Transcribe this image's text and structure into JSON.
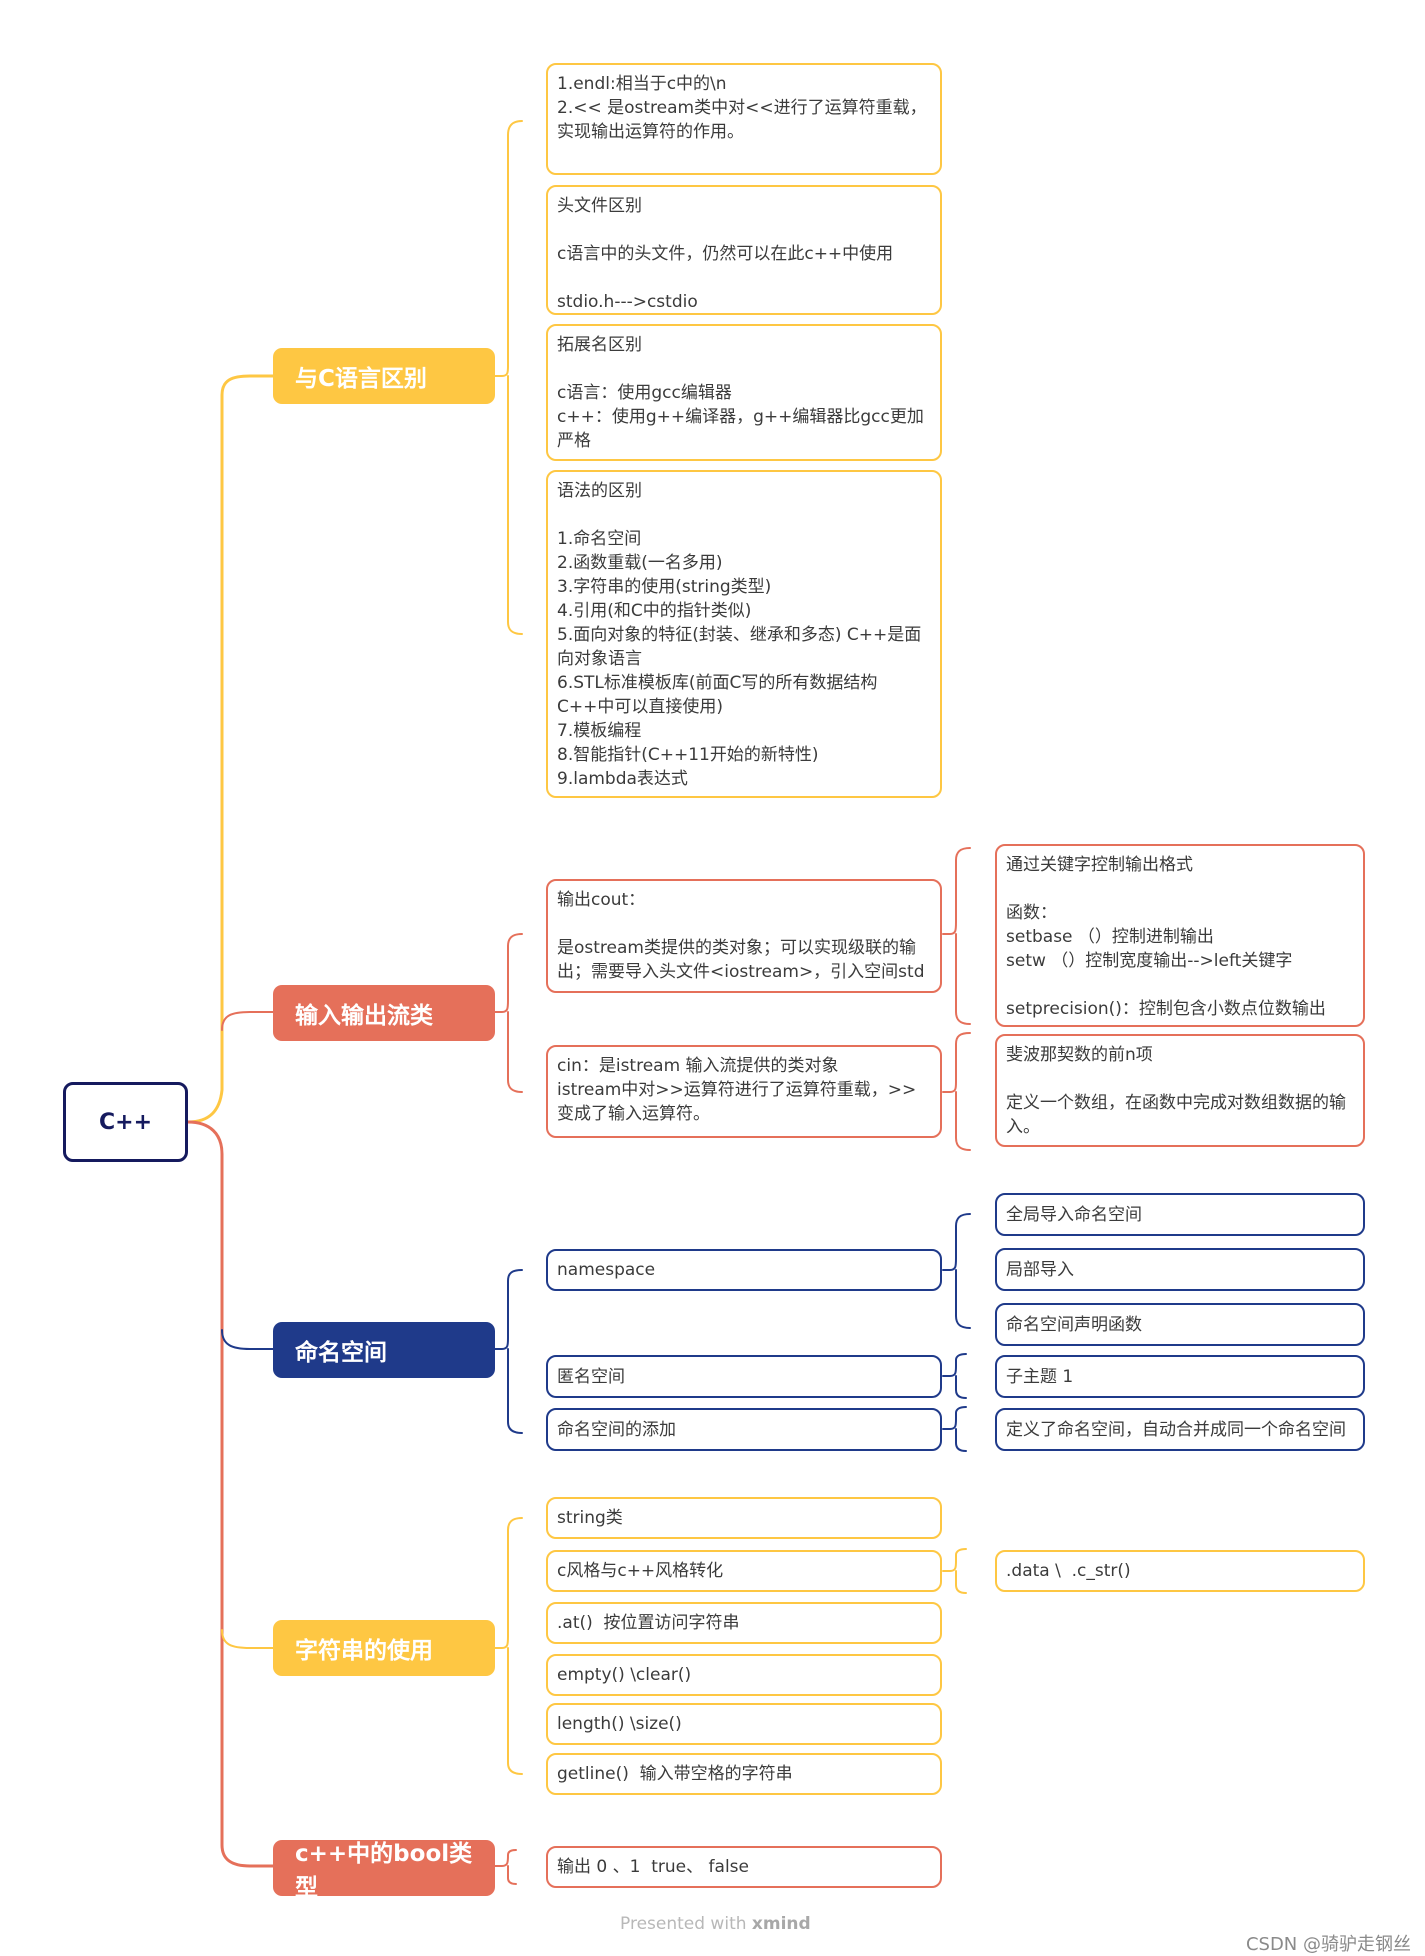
{
  "root": {
    "label": "C++"
  },
  "branches": {
    "c_diff": {
      "label": "与C语言区别",
      "leaves": [
        "1.endl:相当于c中的\\n\n2.<< 是ostream类中对<<进行了运算符重载，实现输出运算符的作用。",
        "头文件区别\n\nc语言中的头文件，仍然可以在此c++中使用\n\nstdio.h--->cstdio",
        "拓展名区别\n\nc语言：使用gcc编辑器\nc++：使用g++编译器，g++编辑器比gcc更加严格",
        "语法的区别\n\n1.命名空间\n2.函数重载(一名多用)\n3.字符串的使用(string类型)\n4.引用(和C中的指针类似)\n5.面向对象的特征(封装、继承和多态) C++是面向对象语言\n6.STL标准模板库(前面C写的所有数据结构C++中可以直接使用)\n7.模板编程\n8.智能指针(C++11开始的新特性)\n9.lambda表达式"
      ]
    },
    "io": {
      "label": "输入输出流类",
      "leaves": [
        "输出cout：\n\n是ostream类提供的类对象；可以实现级联的输出；需要导入头文件<iostream>，引入空间std",
        "cin：是istream 输入流提供的类对象\nistream中对>>运算符进行了运算符重载，>>变成了输入运算符。"
      ],
      "subleaves": [
        "通过关键字控制输出格式\n\n函数：\nsetbase （）控制进制输出\nsetw （）控制宽度输出-->left关键字\n\nsetprecision()：控制包含小数点位数输出",
        "斐波那契数的前n项\n\n定义一个数组，在函数中完成对数组数据的输入。"
      ]
    },
    "ns": {
      "label": "命名空间",
      "leaves": [
        "namespace",
        "匿名空间",
        "命名空间的添加"
      ],
      "subleaves": [
        "全局导入命名空间",
        "局部导入",
        "命名空间声明函数",
        "子主题 1",
        "定义了命名空间，自动合并成同一个命名空间"
      ]
    },
    "str": {
      "label": "字符串的使用",
      "leaves": [
        "string类",
        "c风格与c++风格转化",
        ".at()  按位置访问字符串",
        "empty() \\clear()",
        "length() \\size()",
        "getline()  输入带空格的字符串"
      ],
      "subleaves": [
        ".data \\  .c_str()"
      ]
    },
    "bool": {
      "label": "c++中的bool类型",
      "leaves": [
        "输出 0 、1  true、 false"
      ]
    }
  },
  "colors": {
    "yellow": "#fec743",
    "red": "#e5705a",
    "navy": "#1f3a8a",
    "root": "#151a5e"
  },
  "footer": {
    "presented": "Presented with",
    "brand": "xmind"
  },
  "watermark": "CSDN @骑驴走钢丝"
}
